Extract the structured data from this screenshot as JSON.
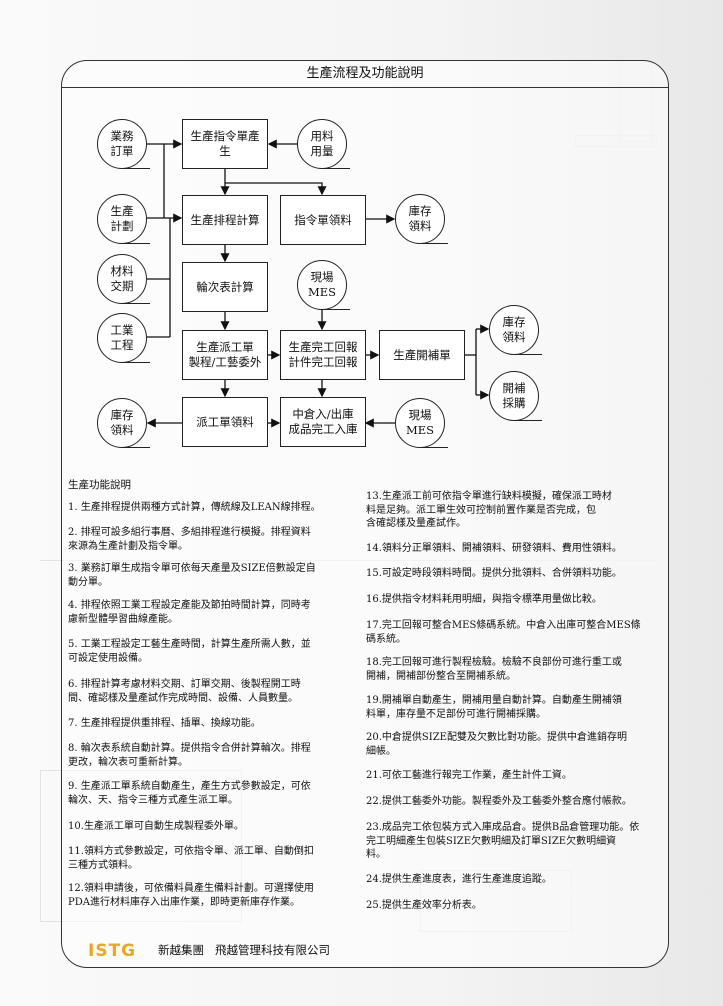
{
  "title": "生產流程及功能說明",
  "flow": {
    "boxes": {
      "order_gen": "生產指令單產生",
      "schedule": "生產排程計算",
      "order_pick": "指令單領料",
      "rotation": "輪次表計算",
      "dispatch": "生產派工單\n製程/工藝委外",
      "report": "生產完工回報\n計件完工回報",
      "supplement": "生產開補單",
      "dispatch_pick": "派工單領料",
      "warehouse": "中倉入/出庫\n成品完工入庫"
    },
    "circles": {
      "sales_order": "業務\n訂單",
      "material_usage": "用料\n用量",
      "prod_plan": "生產\n計劃",
      "stock_pick_1": "庫存\n領料",
      "material_delivery": "材料\n交期",
      "field_mes_1": "現場\nMES",
      "industrial_eng": "工業\n工程",
      "stock_pick_2": "庫存\n領料",
      "supp_purchase": "開補\n採購",
      "stock_pick_3": "庫存\n領料",
      "field_mes_2": "現場\nMES"
    }
  },
  "features": {
    "title": "生產功能說明",
    "items": [
      "1.  生產排程提供兩種方式計算，傳統線及LEAN線排程。",
      "2.  排程可設多組行事曆、多組排程進行模擬。排程資料\n     來源為生產計劃及指令單。",
      "3.  業務訂單生成指令單可依每天產量及SIZE倍數設定自\n     動分單。",
      "4.  排程依照工業工程設定產能及節拍時間計算，同時考\n     慮新型體學習曲線產能。",
      "5.  工業工程設定工藝生產時間，計算生產所需人數，並\n     可設定使用設備。",
      "6.  排程計算考慮材料交期、訂單交期、後製程開工時\n     間、確認樣及量產試作完成時間、設備、人員數量。",
      "7.  生產排程提供重排程、插單、換線功能。",
      "8.  輪次表系統自動計算。提供指令合併計算輪次。排程\n     更改，輪次表可重新計算。",
      "9.  生產派工單系統自動產生，產生方式參數設定，可依\n     輪次、天、指令三種方式產生派工單。",
      "10.生產派工單可自動生成製程委外單。",
      "11.領料方式參數設定，可依指令單、派工單、自動倒扣\n     三種方式領料。",
      "12.領料申請後，可依備料員產生備料計劃。可選擇使用\n     PDA進行材料庫存入出庫作業，即時更新庫存作業。",
      "13.生產派工前可依指令單進行缺料模擬，確保派工時材\n     料是足夠。派工單生效可控制前置作業是否完成，包\n     含確認樣及量產試作。",
      "14.領料分正單領料、開補領料、研發領料、費用性領料。",
      "15.可設定時段領料時間。提供分批領料、合併領料功能。",
      "16.提供指令材料耗用明細，與指令標準用量做比較。",
      "17.完工回報可整合MES條碼系統。中倉入出庫可整合MES條\n     碼系統。",
      "18.完工回報可進行製程檢驗。檢驗不良部份可進行重工或\n     開補，開補部份整合至開補系統。",
      "19.開補單自動產生，開補用量自動計算。自動產生開補領\n     料單，庫存量不足部份可進行開補採購。",
      "20.中倉提供SIZE配雙及欠數比對功能。提供中倉進銷存明\n     細帳。",
      "21.可依工藝進行報完工作業，產生計件工資。",
      "22.提供工藝委外功能。製程委外及工藝委外整合應付帳款。",
      "23.成品完工依包裝方式入庫成品倉。提供B品倉管理功能。依\n     完工明細產生包裝SIZE欠數明細及訂單SIZE欠數明細資\n料。",
      "24.提供生產進度表，進行生產進度追蹤。",
      "25.提供生產效率分析表。"
    ]
  },
  "footer": {
    "logo": "ISTG",
    "group": "新越集團",
    "company": "飛越管理科技有限公司"
  },
  "colors": {
    "logo": "#f2a516",
    "border": "#333333"
  }
}
